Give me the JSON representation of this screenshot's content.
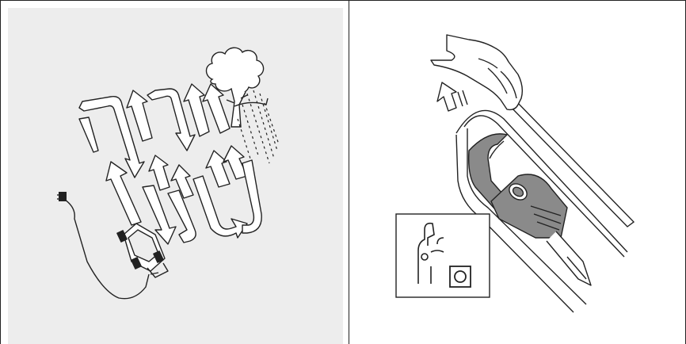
{
  "figure": {
    "left_panel": {
      "icon": "mowing-pattern-illustration",
      "background_color": "#ededed",
      "arrow_rows": 2,
      "tree_icon": "tree-icon",
      "rain_icon": "rain-icon",
      "mower_icon": "lawn-mower-icon",
      "plug_icon": "power-plug-icon"
    },
    "right_panel": {
      "icon": "switch-handle-illustration",
      "hand_icon": "hand-icon",
      "release_arrow_icon": "up-arrow-icon",
      "inset_icon": "switch-off-symbol-icon",
      "accent_color": "#8a8a8a"
    },
    "border_color": "#222222"
  }
}
